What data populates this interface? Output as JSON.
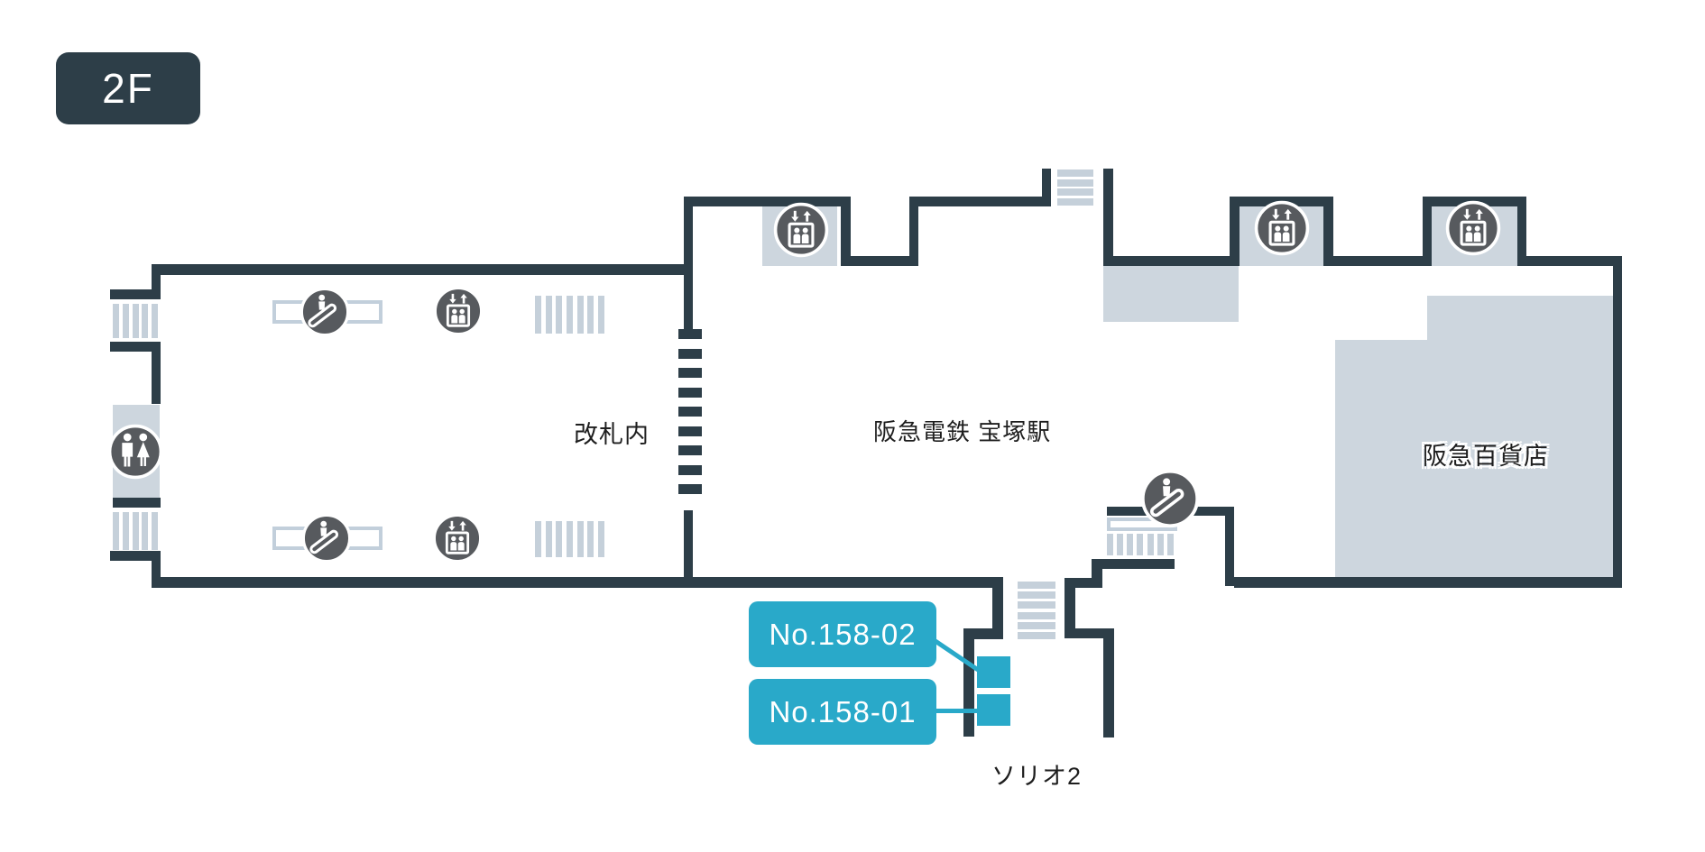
{
  "floor_badge": {
    "label": "2F"
  },
  "areas": {
    "inside_gate_label": "改札内",
    "station_label": "阪急電鉄 宝塚駅",
    "department_store_label": "阪急百貨店",
    "solio2_label": "ソリオ2"
  },
  "ad_locations": [
    {
      "id": "No.158-02"
    },
    {
      "id": "No.158-01"
    }
  ],
  "icons": {
    "escalator": "escalator-icon",
    "elevator": "elevator-icon",
    "restroom": "restroom-icon"
  },
  "colors": {
    "wall": "#2d3e48",
    "accent_cyan": "#29a9c9",
    "light_area": "#cdd6de",
    "hatch": "#c5d0da",
    "icon_circle": "#575a5e",
    "badge_bg": "#2d3e48",
    "label_text": "#1e1e1e"
  }
}
